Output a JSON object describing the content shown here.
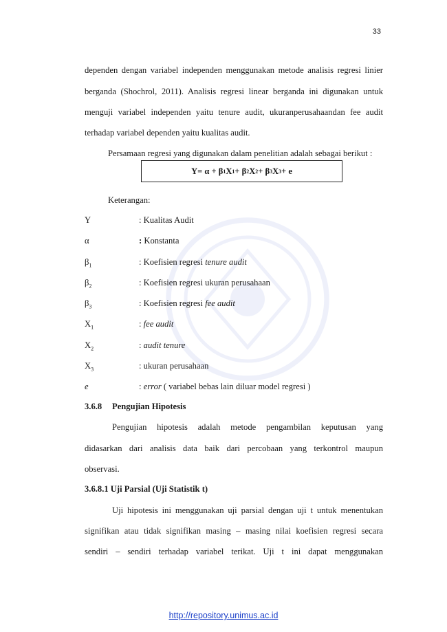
{
  "page_number": "33",
  "intro_lines": [
    "dependen dengan variabel independen menggunakan metode analisis regresi linier",
    "berganda (Shochrol, 2011). Analisis regresi linear berganda ini digunakan untuk",
    "menguji variabel independen yaitu tenure audit, ukuranperusahaandan fee audit",
    "terhadap variabel dependen yaitu kualitas audit."
  ],
  "equation_intro": "Persamaan regresi yang digunakan dalam penelitian adalah sebagai berikut :",
  "formula": {
    "y": "Y",
    "eq": " = α + β",
    "s1": "1",
    "x1": "X",
    "s1b": "1",
    "p1": " + β",
    "s2": "2",
    "x2": "X",
    "s2b": "2",
    "p2": " + β",
    "s3": "3",
    "x3": "X",
    "s3b": "3",
    "tail": "+ e"
  },
  "keterangan_label": "Keterangan:",
  "definitions": [
    {
      "sym": "Y",
      "sub": "",
      "colon": ": ",
      "plain": "Kualitas Audit",
      "italic": ""
    },
    {
      "sym": "α",
      "sub": "",
      "colon": ": ",
      "plain": "Konstanta",
      "italic": ""
    },
    {
      "sym": "β",
      "sub": "1",
      "colon": ": ",
      "plain": "Koefisien regresi ",
      "italic": "tenure audit"
    },
    {
      "sym": "β",
      "sub": "2",
      "colon": ": ",
      "plain": "Koefisien regresi ukuran perusahaan",
      "italic": ""
    },
    {
      "sym": "β",
      "sub": "3",
      "colon": ": ",
      "plain": "Koefisien regresi ",
      "italic": "fee audit"
    },
    {
      "sym": "X",
      "sub": "1",
      "colon": ": ",
      "plain": "",
      "italic": "fee audit"
    },
    {
      "sym": "X",
      "sub": "2",
      "colon": ": ",
      "plain": "",
      "italic": "audit tenure"
    },
    {
      "sym": "X",
      "sub": "3",
      "colon": ": ",
      "plain": "ukuran perusahaan",
      "italic": ""
    },
    {
      "sym": "e",
      "sub": "",
      "colon": ": ",
      "plain": "",
      "italic": "error",
      "after": " ( variabel bebas lain diluar model regresi )"
    }
  ],
  "section_368": {
    "number": "3.6.8",
    "title": "Pengujian Hipotesis"
  },
  "hypothesis_lines": [
    "Pengujian hipotesis adalah metode pengambilan keputusan yang",
    "didasarkan dari analisis data baik dari percobaan yang terkontrol maupun",
    "observasi."
  ],
  "section_3681": {
    "title": "3.6.8.1 Uji Parsial (Uji Statistik t)"
  },
  "uji_lines": [
    "Uji hipotesis ini menggunakan uji parsial dengan uji t untuk menentukan",
    "signifikan atau tidak signifikan masing – masing nilai koefisien regresi secara",
    "sendiri – sendiri terhadap variabel terikat. Uji t ini dapat menggunakan"
  ],
  "footer_url": "http://repository.unimus.ac.id"
}
